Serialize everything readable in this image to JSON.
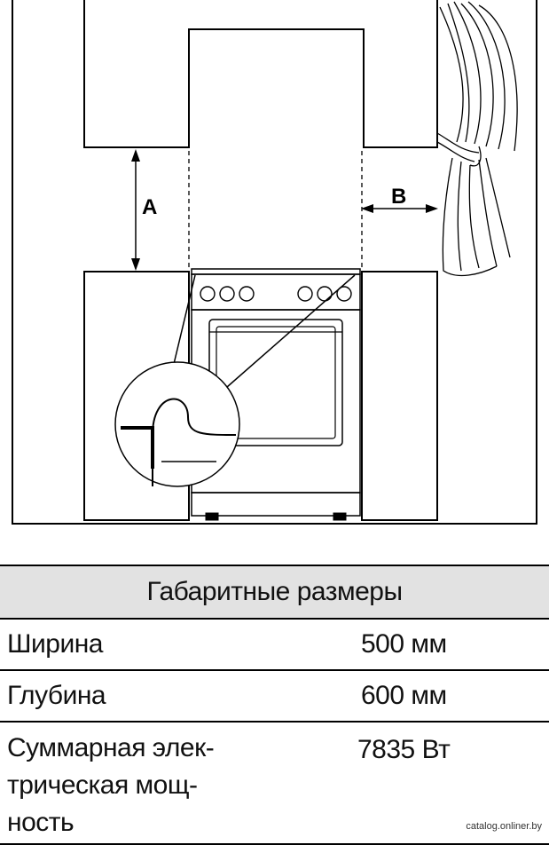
{
  "diagram": {
    "label_a": "A",
    "label_b": "B"
  },
  "specs": {
    "header": "Габаритные размеры",
    "rows": [
      {
        "label": "Ширина",
        "value": "500 мм"
      },
      {
        "label": "Глубина",
        "value": "600 мм"
      },
      {
        "label": "Суммарная элек-\nтрическая мощ-\nность",
        "value": "7835 Вт"
      }
    ]
  },
  "watermark": "catalog.onliner.by"
}
